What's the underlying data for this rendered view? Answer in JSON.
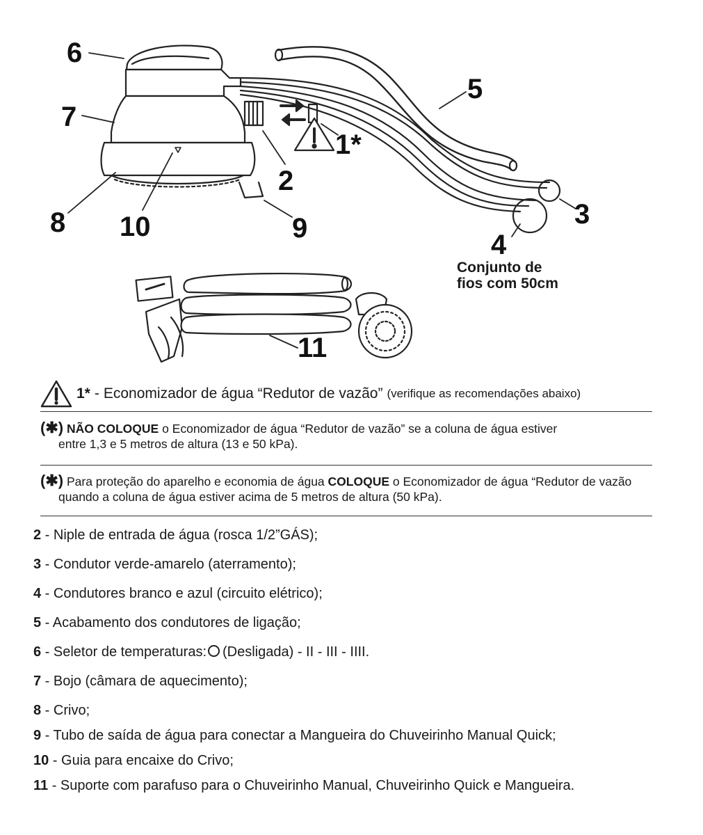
{
  "callouts": {
    "n6": "6",
    "n7": "7",
    "n8": "8",
    "n10": "10",
    "n9": "9",
    "n2": "2",
    "n1star": "1*",
    "n5": "5",
    "n3": "3",
    "n4": "4",
    "n11": "11"
  },
  "wires_note": {
    "line1": "Conjunto de",
    "line2": "fios com 50cm"
  },
  "warning": {
    "num": "1*",
    "dash": "-",
    "text": "Economizador de água “Redutor de vazão”",
    "hint": "(verifique as recomendações abaixo)"
  },
  "notes": [
    {
      "star": "(✱)",
      "bold": "NÃO COLOQUE",
      "text1": " o Economizador de água “Redutor de vazão” se a coluna de água estiver",
      "line2": "entre 1,3 e 5 metros de altura (13 e 50 kPa)."
    },
    {
      "star": "(✱)",
      "pre": "Para proteção do aparelho e economia de água ",
      "bold": "COLOQUE",
      "text1": " o Economizador de água “Redutor de vazão",
      "line2": "quando a coluna de água estiver acima de 5 metros de altura (50 kPa)."
    }
  ],
  "legend": [
    {
      "num": "2",
      "text": " - Niple de entrada de água (rosca 1/2”GÁS);"
    },
    {
      "num": "3",
      "text": " - Condutor verde-amarelo (aterramento);"
    },
    {
      "num": "4",
      "text": " - Condutores branco e azul (circuito elétrico);"
    },
    {
      "num": "5",
      "text": " - Acabamento dos condutores de ligação;"
    },
    {
      "num": "6",
      "text": " - Seletor de temperaturas:",
      "text_after": "(Desligada) - II - III - IIII."
    },
    {
      "num": "7",
      "text": " - Bojo (câmara de aquecimento);"
    },
    {
      "num": "8",
      "text": " - Crivo;"
    },
    {
      "num": "9",
      "text": " - Tubo de saída de água para conectar a Mangueira do Chuveirinho Manual Quick;"
    },
    {
      "num": "10",
      "text": " - Guia para encaixe do Crivo;"
    },
    {
      "num": "11",
      "text": " - Suporte com parafuso para o Chuveirinho Manual, Chuveirinho Quick e Mangueira."
    }
  ]
}
